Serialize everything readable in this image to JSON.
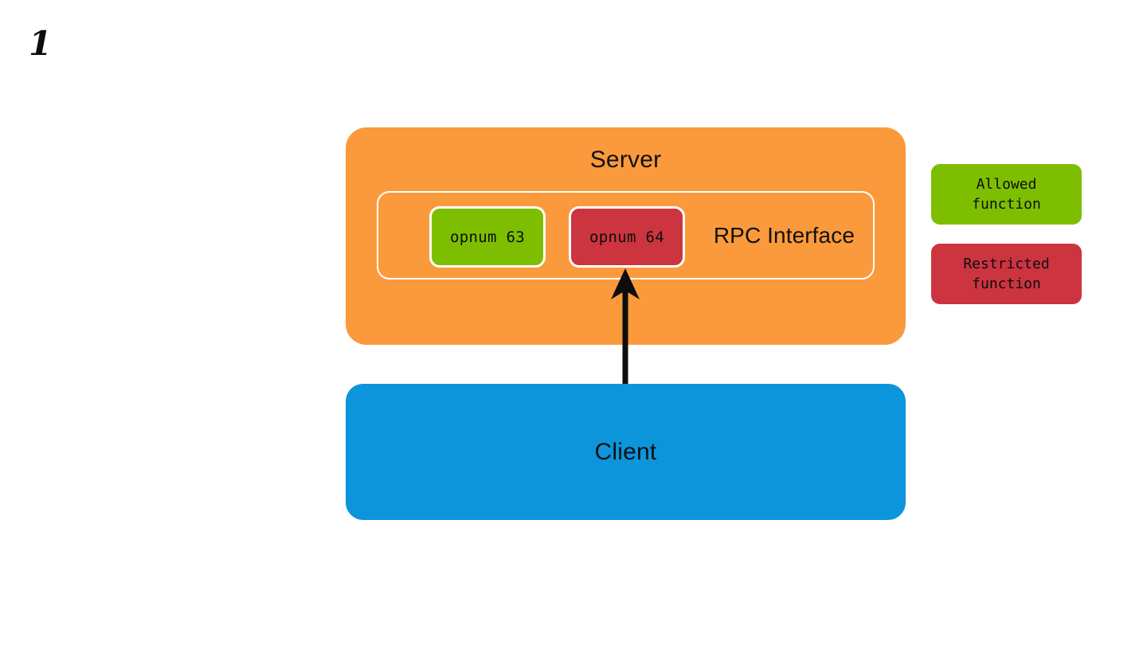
{
  "slide": {
    "number": "1"
  },
  "diagram": {
    "type": "block-diagram",
    "title_hidden": "",
    "server": {
      "label": "Server",
      "color": "#fb9a3c",
      "rpc_interface": {
        "label": "RPC Interface",
        "border_color": "#ffffff",
        "functions": [
          {
            "label": "opnum 63",
            "status": "allowed",
            "color": "#7dbf00"
          },
          {
            "label": "opnum 64",
            "status": "restricted",
            "color": "#cc3440"
          }
        ]
      }
    },
    "client": {
      "label": "Client",
      "color": "#0c95db"
    },
    "arrow": {
      "name": "client-to-opnum64-call",
      "from": "Client",
      "to": "opnum 64",
      "direction": "up",
      "color": "#0d0d0d"
    }
  },
  "legend": {
    "items": [
      {
        "label": "Allowed\nfunction",
        "color": "#7dbf00"
      },
      {
        "label": "Restricted\nfunction",
        "color": "#cc3440"
      }
    ]
  }
}
